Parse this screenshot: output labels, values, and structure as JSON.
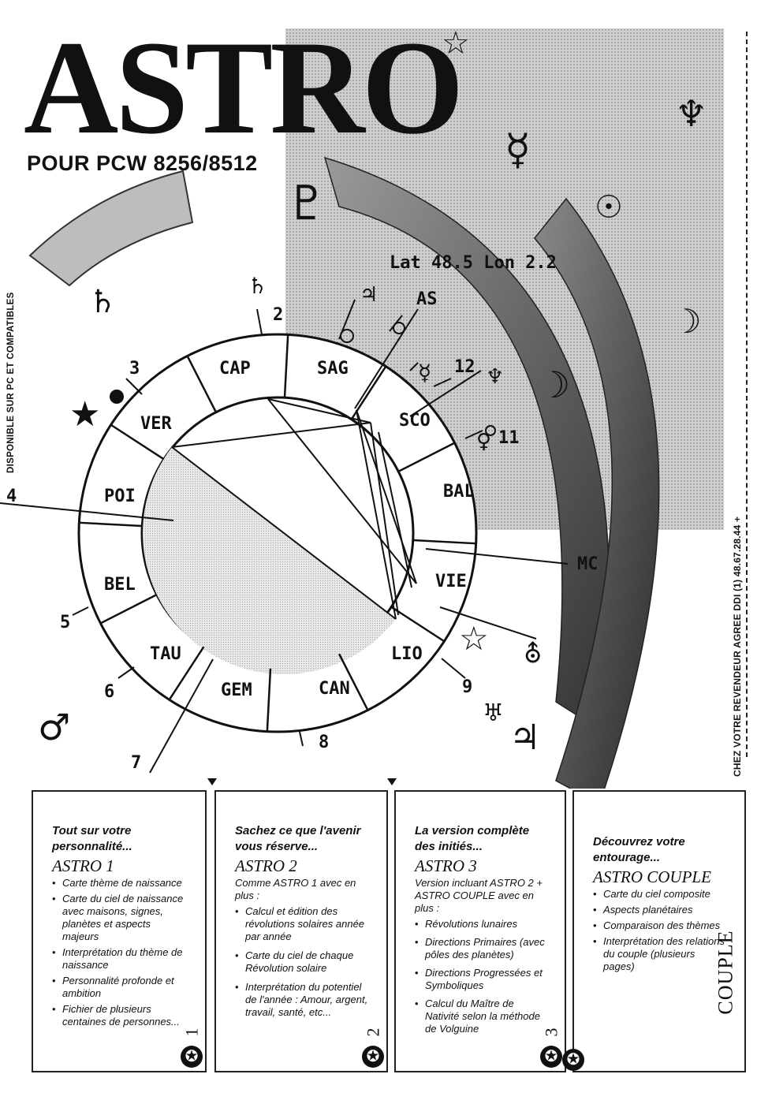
{
  "header": {
    "title": "ASTRO",
    "subtitle": "POUR PCW 8256/8512"
  },
  "side_left": "DISPONIBLE SUR PC ET COMPATIBLES",
  "side_right": "CHEZ VOTRE REVENDEUR AGREE DDI (1) 48.67.28.44 +",
  "chart": {
    "coords": "Lat 48.5 Lon 2.2",
    "signs": [
      "CAP",
      "SAG",
      "SCO",
      "BAL",
      "VIE",
      "LIO",
      "CAN",
      "GEM",
      "TAU",
      "BEL",
      "POI",
      "VER"
    ],
    "houses": [
      "2",
      "3",
      "4",
      "5",
      "6",
      "7",
      "8",
      "9",
      "11",
      "12"
    ],
    "labels": {
      "as": "AS",
      "mc": "MC"
    },
    "symbols": {
      "saturn": "♄",
      "jupiter": "♃",
      "mercury": "☿",
      "neptune": "♆",
      "pluto": "♇",
      "sun": "☉",
      "moon": "☽",
      "mars": "♂",
      "venus": "♀",
      "star": "★",
      "star_outline": "☆"
    }
  },
  "panels": [
    {
      "lead": "Tout sur votre personnalité...",
      "name": "ASTRO 1",
      "intro": "",
      "items": [
        "Carte thème de naissance",
        "Carte du ciel de naissance avec maisons, signes, planètes et aspects majeurs",
        "Interprétation du thème de naissance",
        "Personnalité profonde et ambition",
        "Fichier de plusieurs centaines de personnes..."
      ],
      "number": "1"
    },
    {
      "lead": "Sachez ce que l'avenir vous réserve...",
      "name": "ASTRO 2",
      "intro": "Comme ASTRO 1 avec en plus :",
      "items": [
        "Calcul et édition des révolutions solaires année par année",
        "Carte du ciel de chaque Révolution solaire",
        "Interprétation du potentiel de l'année : Amour, argent, travail, santé, etc..."
      ],
      "number": "2"
    },
    {
      "lead": "La version complète des initiés...",
      "name": "ASTRO 3",
      "intro": "Version incluant ASTRO 2 + ASTRO COUPLE avec en plus :",
      "items": [
        "Révolutions lunaires",
        "Directions Primaires (avec pôles des planètes)",
        "Directions Progressées et Symboliques",
        "Calcul du Maître de Nativité selon la méthode de Volguine"
      ],
      "number": "3"
    },
    {
      "lead": "Découvrez votre entourage...",
      "name": "ASTRO COUPLE",
      "intro": "",
      "items": [
        "Carte du ciel composite",
        "Aspects planétaires",
        "Comparaison des thèmes",
        "Interprétation des relations du couple (plusieurs pages)"
      ],
      "number": "COUPLE"
    }
  ],
  "badge_glyph": "✪"
}
